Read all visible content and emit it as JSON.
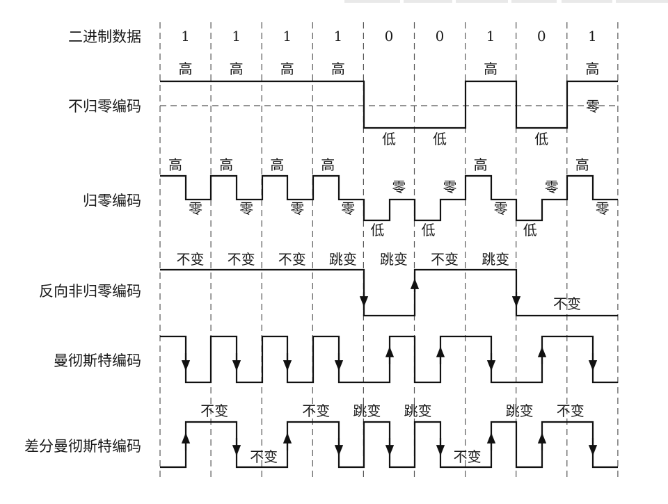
{
  "row_titles": {
    "binary": "二进制数据",
    "nrz": "不归零编码",
    "rz": "归零编码",
    "nrzi": "反向非归零编码",
    "manchester": "曼彻斯特编码",
    "diff_manchester": "差分曼彻斯特编码"
  },
  "bits": [
    "1",
    "1",
    "1",
    "1",
    "0",
    "0",
    "1",
    "0",
    "1"
  ],
  "level_words": {
    "high": "高",
    "low": "低",
    "zero": "零"
  },
  "nrz_labels": [
    "高",
    "高",
    "高",
    "高",
    "低",
    "低",
    "高",
    "低",
    "高"
  ],
  "nrz_zero_label": "零",
  "rz_high_labels": [
    "高",
    "高",
    "高",
    "高",
    "",
    "",
    "高",
    "",
    "高"
  ],
  "rz_low_labels": [
    "",
    "",
    "",
    "",
    "低",
    "低",
    "",
    "低",
    ""
  ],
  "rz_zero_labels": [
    "零",
    "零",
    "零",
    "零",
    "零",
    "零",
    "零",
    "零",
    "零"
  ],
  "nrzi_labels": [
    "不变",
    "不变",
    "不变",
    "跳变",
    "跳变",
    "不变",
    "跳变"
  ],
  "nrzi_last_label": "不变",
  "diff_labels_upper": [
    "不变",
    "不变",
    "跳变",
    "跳变",
    "跳变",
    "不变"
  ],
  "diff_labels_lower": [
    "不变",
    "不变"
  ],
  "colors": {
    "line": "#111111",
    "dash": "#555555",
    "text": "#1a1a1a"
  }
}
